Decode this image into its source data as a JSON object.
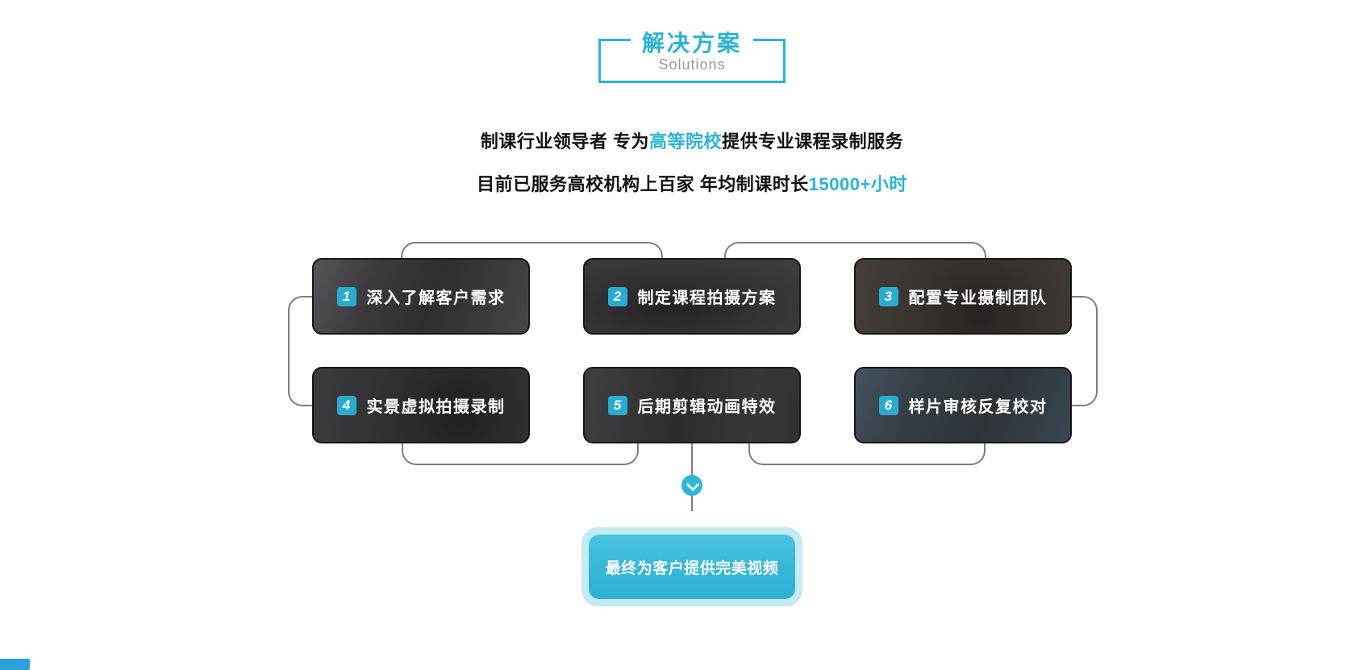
{
  "header": {
    "title_cn": "解决方案",
    "title_en": "Solutions"
  },
  "intro": {
    "line1_pre": "制课行业领导者 专为",
    "line1_highlight": "高等院校",
    "line1_post": "提供专业课程录制服务",
    "line2_pre": "目前已服务高校机构上百家 年均制课时长",
    "line2_highlight": "15000+小时"
  },
  "steps": [
    {
      "num": "1",
      "label": "深入了解客户需求"
    },
    {
      "num": "2",
      "label": "制定课程拍摄方案"
    },
    {
      "num": "3",
      "label": "配置专业摄制团队"
    },
    {
      "num": "4",
      "label": "实景虚拟拍摄录制"
    },
    {
      "num": "5",
      "label": "后期剪辑动画特效"
    },
    {
      "num": "6",
      "label": "样片审核反复校对"
    }
  ],
  "result": {
    "label": "最终为客户提供完美视频"
  },
  "icons": {
    "arrow_down": "chevron-down-icon"
  },
  "colors": {
    "accent_cyan": "#2bb3d3",
    "badge_cyan": "#2bacce",
    "connector_gray": "#7e7e7e",
    "card_dark": "#343436",
    "result_gradient_top": "#4ac3de",
    "result_gradient_bottom": "#2fb2d2",
    "corner_widget_blue": "#2e9fd9",
    "text_dark": "#121212",
    "subtitle_gray": "#999999"
  }
}
